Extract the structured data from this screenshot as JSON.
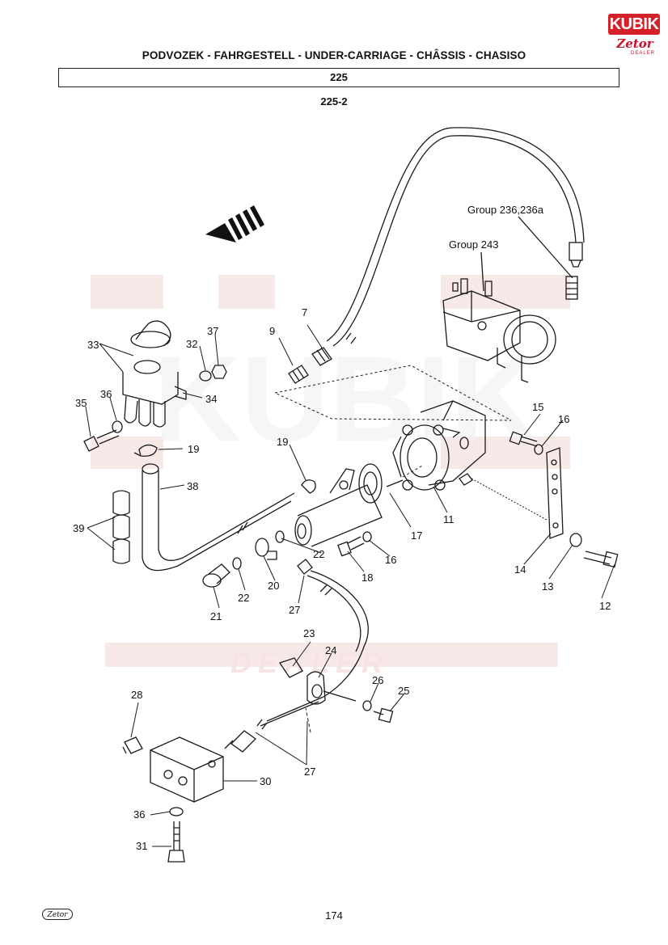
{
  "header": {
    "title": "PODVOZEK - FAHRGESTELL - UNDER-CARRIAGE - CHÂSSIS - CHASISO",
    "section": "225",
    "subsection": "225-2"
  },
  "brand": {
    "badge": "KUBIK",
    "logo": "Zetor",
    "tagline": "DEALER",
    "watermark_text": "KUBIK",
    "watermark_tagline": "DEALER"
  },
  "callouts": {
    "group_236": "Group 236,236a",
    "group_243": "Group 243",
    "p7": "7",
    "p9": "9",
    "p11": "11",
    "p12": "12",
    "p13": "13",
    "p14": "14",
    "p15": "15",
    "p16a": "16",
    "p16b": "16",
    "p17": "17",
    "p18": "18",
    "p19a": "19",
    "p19b": "19",
    "p20": "20",
    "p21": "21",
    "p22a": "22",
    "p22b": "22",
    "p23": "23",
    "p24": "24",
    "p25": "25",
    "p26": "26",
    "p27a": "27",
    "p27b": "27",
    "p28": "28",
    "p30": "30",
    "p31": "31",
    "p32": "32",
    "p33": "33",
    "p34": "34",
    "p35": "35",
    "p36a": "36",
    "p36b": "36",
    "p37": "37",
    "p38": "38",
    "p39": "39"
  },
  "footer": {
    "page_number": "174",
    "logo": "Zetor"
  },
  "colors": {
    "line": "#1a1a1a",
    "watermark": "#f3d8d8",
    "brand_red": "#d42028"
  }
}
